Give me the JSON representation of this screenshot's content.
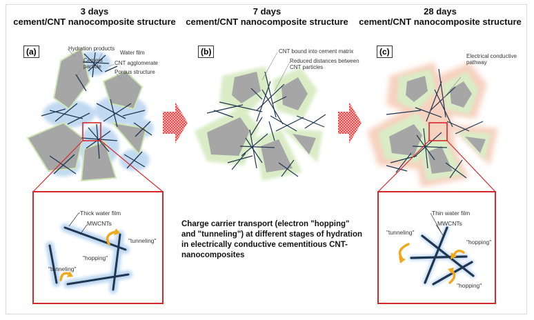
{
  "stages": [
    {
      "days": "3 days",
      "subtitle": "cement/CNT  nanocomposite structure",
      "label": "(a)"
    },
    {
      "days": "7 days",
      "subtitle": "cement/CNT  nanocomposite structure",
      "label": "(b)"
    },
    {
      "days": "28 days",
      "subtitle": "cement/CNT  nanocomposite structure",
      "label": "(c)"
    }
  ],
  "annotations_a": {
    "hydration_products": "Hydration products",
    "water_film": "Water film",
    "cement_particle": "Cement\nparticle",
    "cnt_agglomerate": "CNT agglomerate",
    "porous_structure": "Porous structure"
  },
  "annotations_b": {
    "cnt_bound": "CNT bound into cement matrix",
    "reduced_distances": "Reduced distances between\nCNT particles"
  },
  "annotations_c": {
    "conductive_pathway": "Electrical conductive\npathway"
  },
  "zoom_left": {
    "water_film": "Thick water film",
    "mwcnts": "MWCNTs",
    "tunneling_top": "\"tunneling\"",
    "hopping": "\"hopping\"",
    "tunneling_bottom": "\"tunneling\""
  },
  "zoom_right": {
    "water_film": "Thin water film",
    "mwcnts": "MWCNTs",
    "tunneling": "\"tunneling\"",
    "hopping_top": "\"hopping\"",
    "hopping_bottom": "\"hopping\""
  },
  "center_caption": "Charge carrier transport (electron \"hopping\" and \"tunneling\") at different stages of hydration in electrically conductive cementitious CNT-nanocomposites",
  "colors": {
    "cement": "#a6a6a6",
    "hydration": "#d9ecc6",
    "pathway": "#f6d2c0",
    "water": "#bcd7f0",
    "cnt": "#1f3550",
    "zoom_box": "#d7272b",
    "arrow": "#f0a81c"
  }
}
